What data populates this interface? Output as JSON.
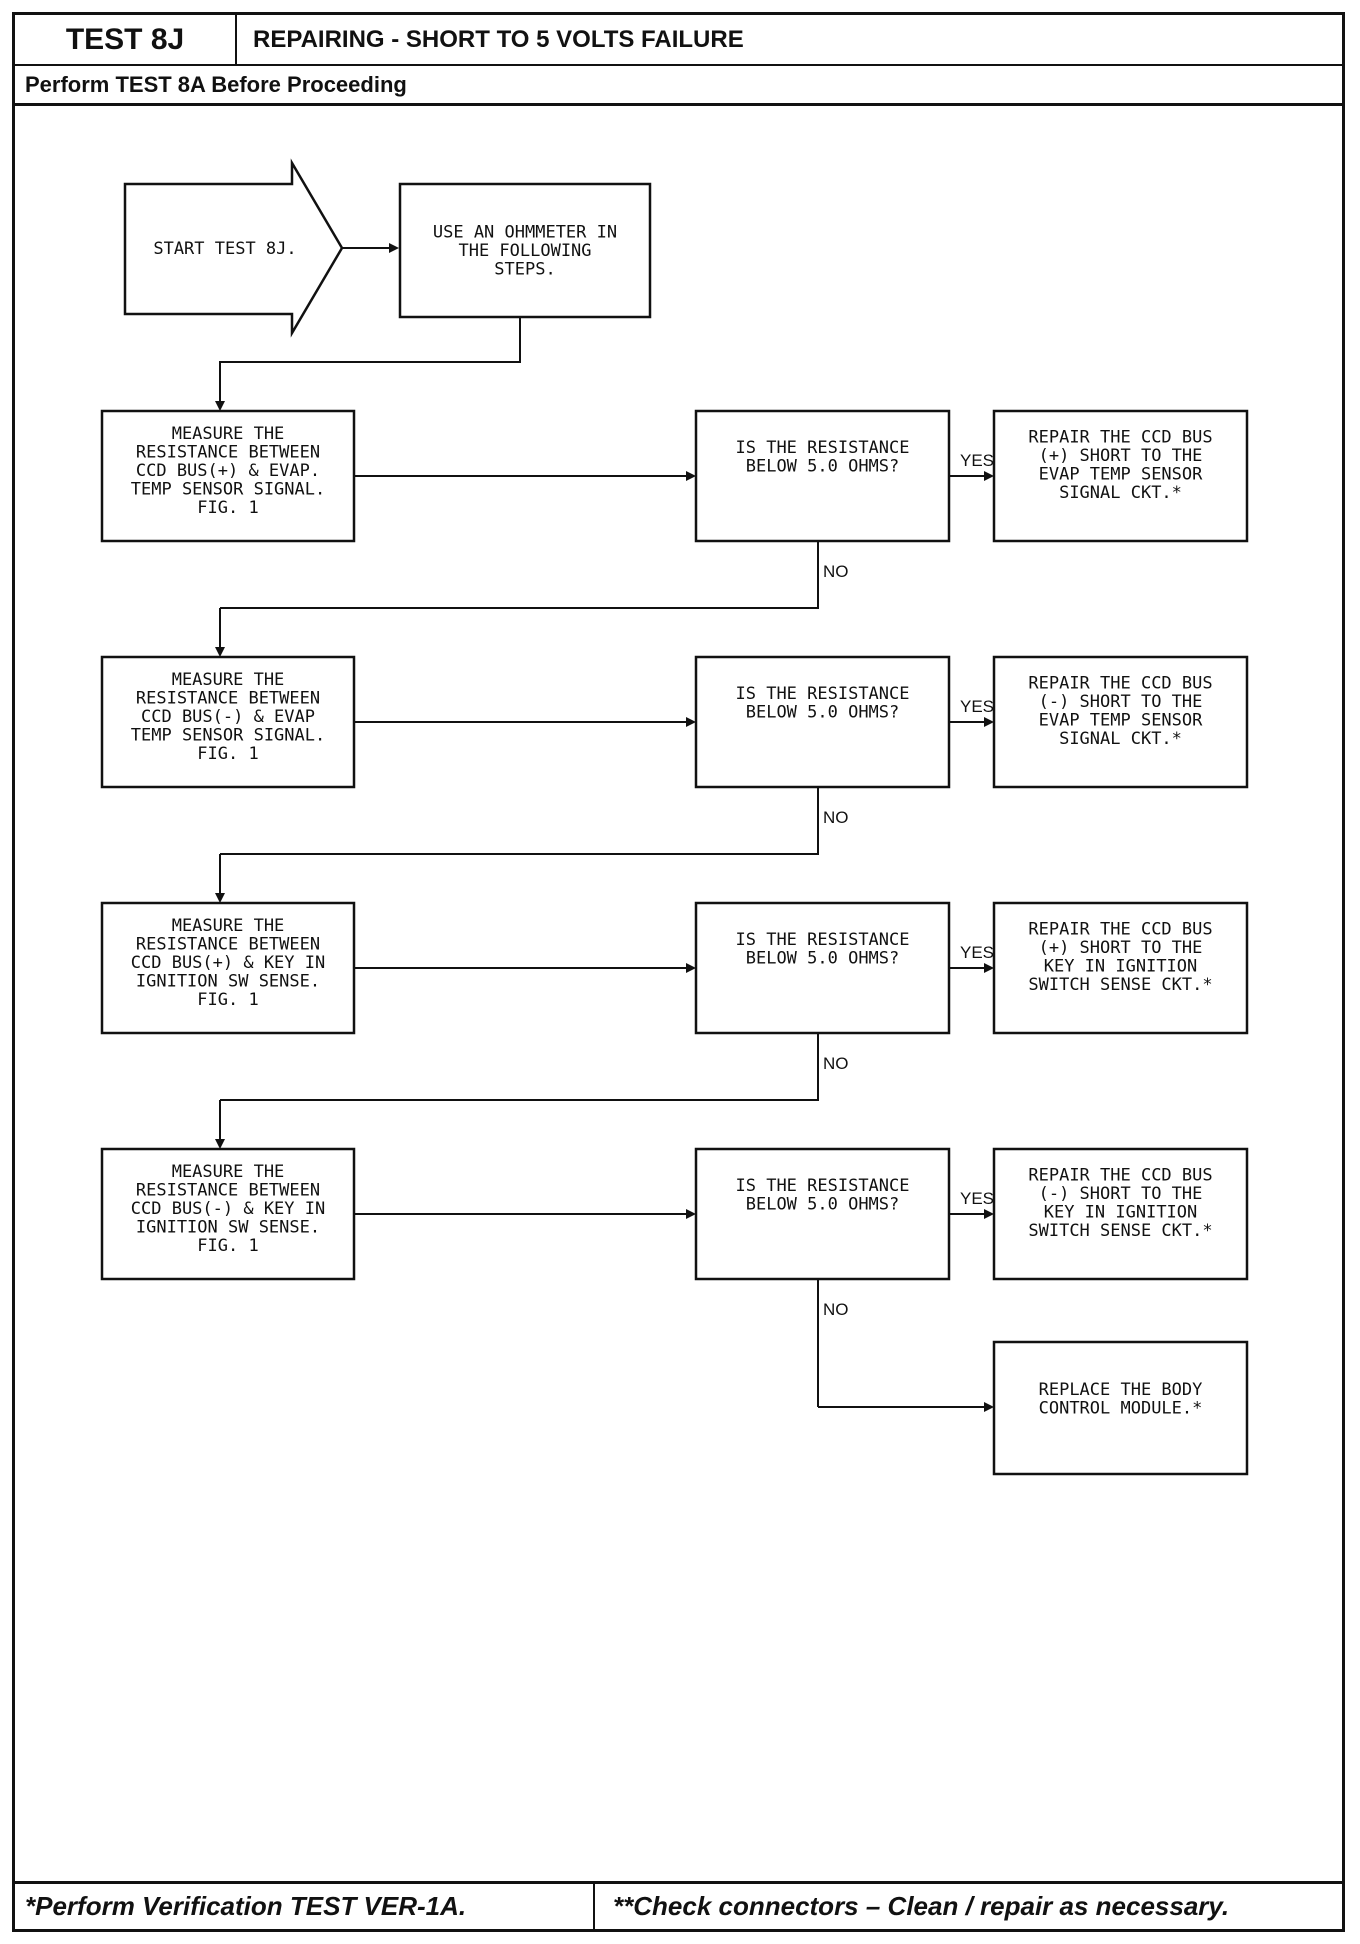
{
  "header": {
    "test_id": "TEST 8J",
    "title": "REPAIRING - SHORT TO 5 VOLTS FAILURE",
    "subtitle": "Perform TEST 8A Before Proceeding"
  },
  "flow": {
    "start": [
      "START TEST 8J."
    ],
    "intro": [
      "USE AN OHMMETER IN",
      "THE FOLLOWING",
      "STEPS."
    ],
    "rows": [
      {
        "measure": [
          "MEASURE THE",
          "RESISTANCE BETWEEN",
          "CCD BUS(+) & EVAP.",
          "TEMP SENSOR SIGNAL.",
          "FIG. 1"
        ],
        "question": [
          "IS THE RESISTANCE",
          "BELOW 5.0 OHMS?"
        ],
        "yes_label": "YES",
        "repair": [
          "REPAIR THE CCD BUS",
          "(+) SHORT TO THE",
          "EVAP TEMP SENSOR",
          "SIGNAL CKT.*"
        ],
        "no_label": "NO"
      },
      {
        "measure": [
          "MEASURE THE",
          "RESISTANCE BETWEEN",
          "CCD BUS(-) & EVAP",
          "TEMP SENSOR SIGNAL.",
          "FIG. 1"
        ],
        "question": [
          "IS THE RESISTANCE",
          "BELOW 5.0 OHMS?"
        ],
        "yes_label": "YES",
        "repair": [
          "REPAIR THE CCD BUS",
          "(-) SHORT TO THE",
          "EVAP TEMP SENSOR",
          "SIGNAL CKT.*"
        ],
        "no_label": "NO"
      },
      {
        "measure": [
          "MEASURE THE",
          "RESISTANCE BETWEEN",
          "CCD BUS(+) & KEY IN",
          "IGNITION SW SENSE.",
          "FIG. 1"
        ],
        "question": [
          "IS THE RESISTANCE",
          "BELOW 5.0 OHMS?"
        ],
        "yes_label": "YES",
        "repair": [
          "REPAIR THE CCD BUS",
          "(+) SHORT TO THE",
          "KEY IN IGNITION",
          "SWITCH SENSE CKT.*"
        ],
        "no_label": "NO"
      },
      {
        "measure": [
          "MEASURE THE",
          "RESISTANCE BETWEEN",
          "CCD BUS(-) & KEY IN",
          "IGNITION SW SENSE.",
          "FIG. 1"
        ],
        "question": [
          "IS THE RESISTANCE",
          "BELOW 5.0 OHMS?"
        ],
        "yes_label": "YES",
        "repair": [
          "REPAIR THE CCD BUS",
          "(-) SHORT TO THE",
          "KEY IN IGNITION",
          "SWITCH SENSE CKT.*"
        ],
        "no_label": "NO"
      }
    ],
    "final": [
      "REPLACE THE BODY",
      "CONTROL MODULE.*"
    ]
  },
  "footer": {
    "left": "*Perform Verification TEST VER-1A.",
    "right": "**Check connectors – Clean / repair as necessary."
  }
}
